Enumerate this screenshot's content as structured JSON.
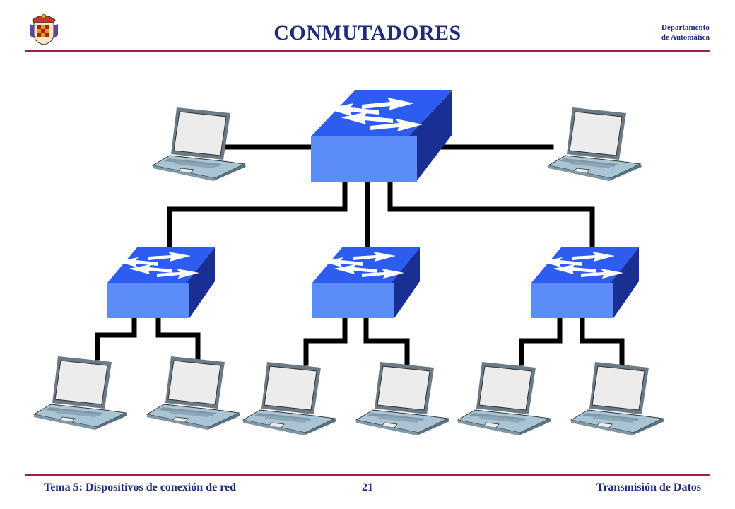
{
  "header": {
    "title": "CONMUTADORES",
    "department_line1": "Departamento",
    "department_line2": "de Automática"
  },
  "footer": {
    "course_topic": "Tema 5: Dispositivos de conexión de red",
    "page_number": "21",
    "subject": "Transmisión de Datos"
  },
  "diagram": {
    "switches": [
      {
        "id": "switch-core",
        "role": "core"
      },
      {
        "id": "switch-left",
        "role": "access"
      },
      {
        "id": "switch-middle",
        "role": "access"
      },
      {
        "id": "switch-right",
        "role": "access"
      }
    ],
    "laptops_count": 8,
    "colors": {
      "switch_front": "#5b8cf7",
      "switch_top": "#2d5cf0",
      "switch_side": "#1a2f94",
      "cable": "#000000",
      "laptop_body": "#a9c4d4",
      "laptop_screen": "#ececec",
      "rule": "#9c1d5c",
      "text": "#1f2a7a"
    }
  }
}
